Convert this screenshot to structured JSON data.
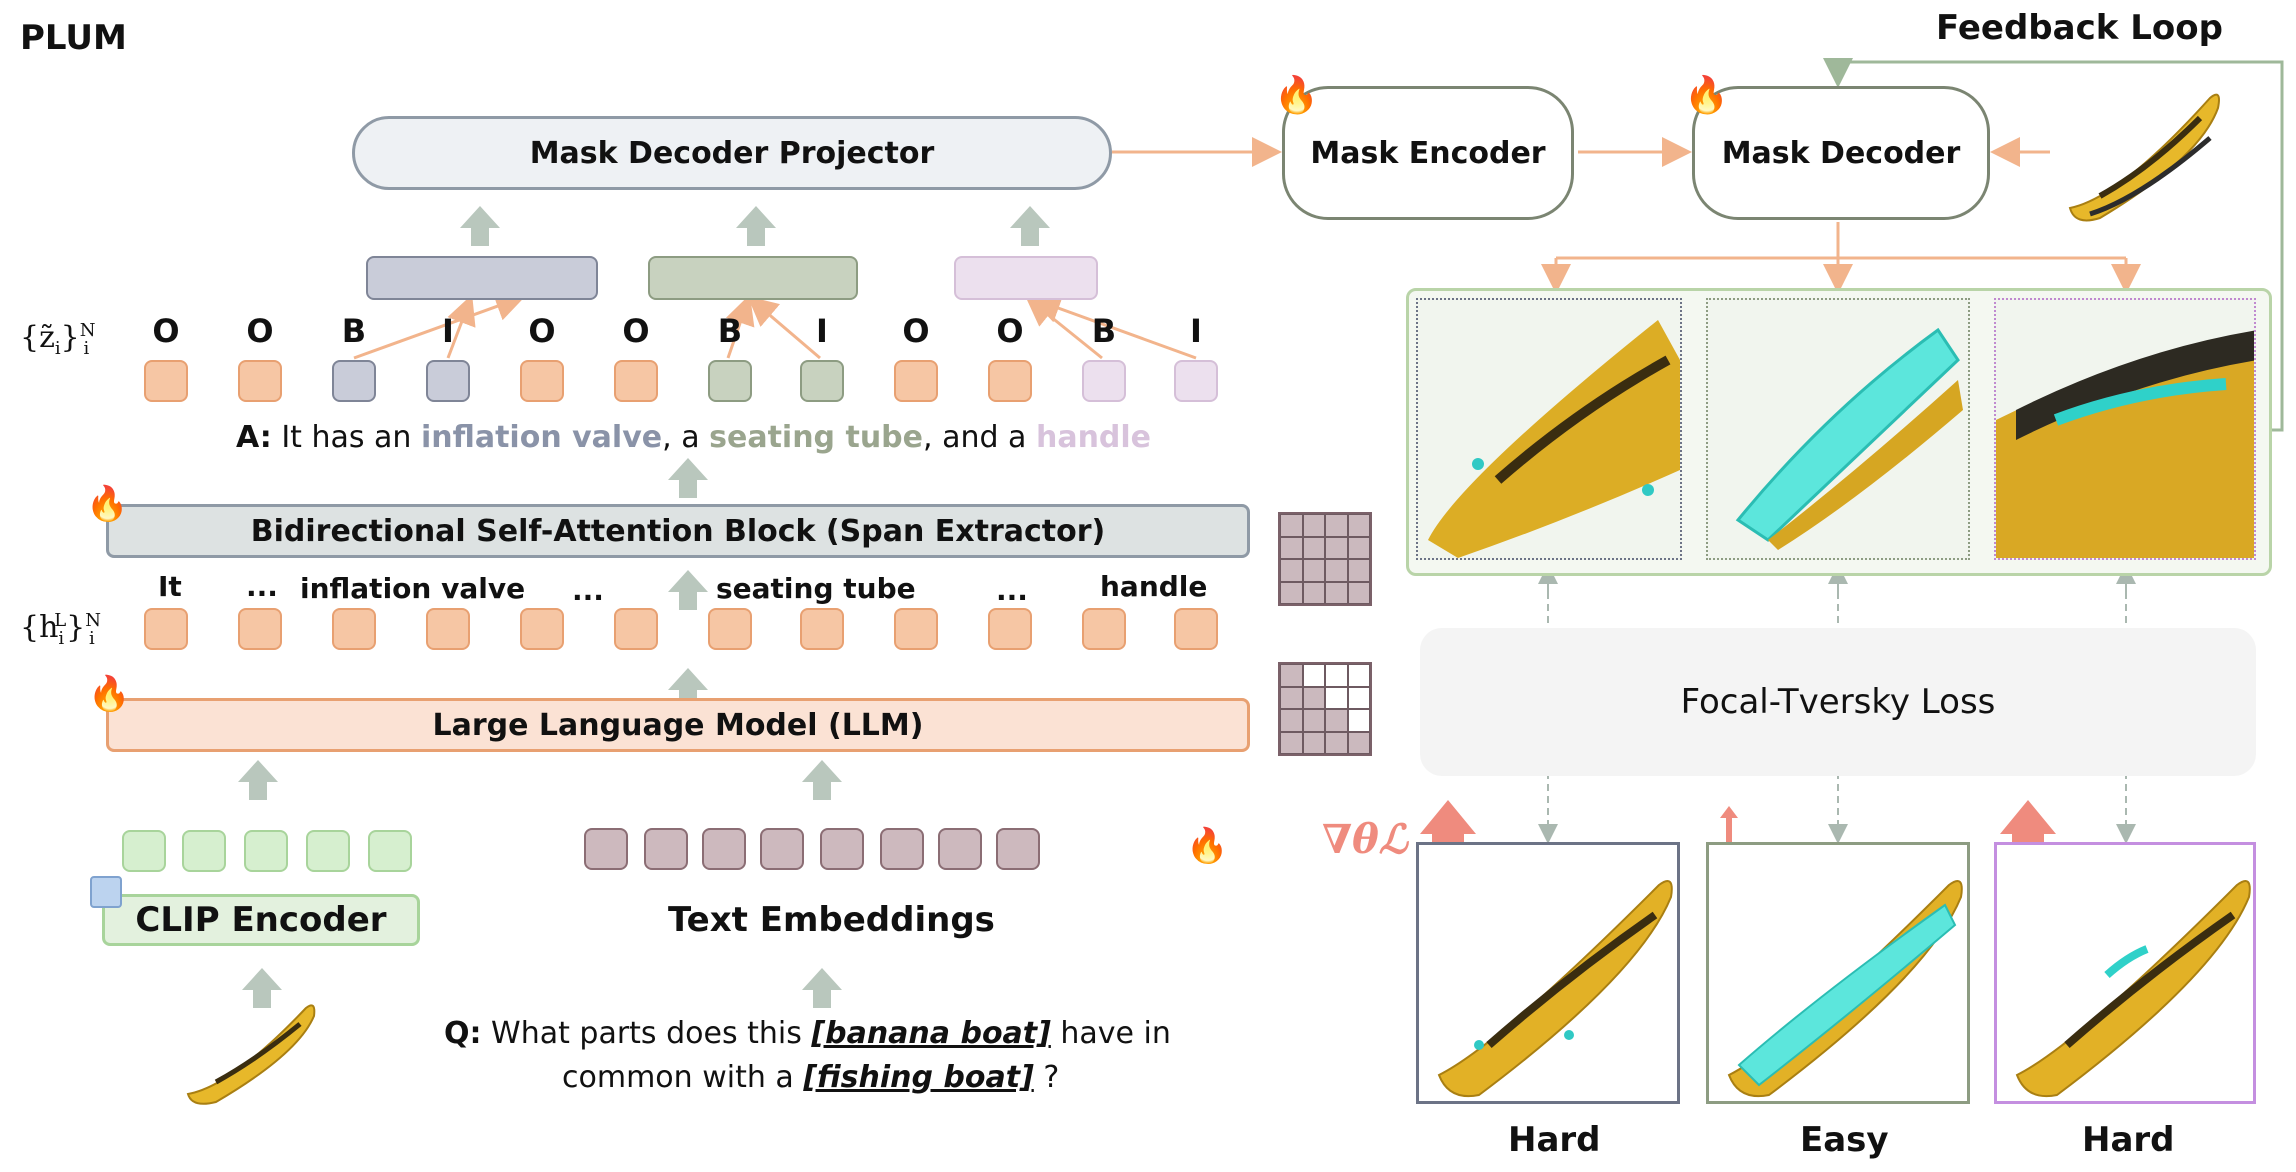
{
  "title": "PLUM",
  "feedback_label": "Feedback Loop",
  "boxes": {
    "mask_decoder_projector": "Mask Decoder Projector",
    "mask_encoder": "Mask Encoder",
    "mask_decoder": "Mask Decoder",
    "span_extractor": "Bidirectional Self-Attention Block (Span Extractor)",
    "llm": "Large Language Model (LLM)",
    "clip_encoder": "CLIP Encoder",
    "text_embeddings": "Text Embeddings",
    "loss": "Focal-Tversky Loss"
  },
  "math": {
    "z_label_main": "{z̃",
    "z_sub": "i",
    "z_close": "}",
    "z_sup": "N",
    "z_sub2": "i",
    "h_label_main": "{h",
    "h_sub": "i",
    "h_sup": "L",
    "h_close": "}",
    "h_sup2": "N",
    "h_sub2": "i",
    "grad": "∇θℒ"
  },
  "bio_tags": [
    "O",
    "O",
    "B",
    "I",
    "O",
    "O",
    "B",
    "I",
    "O",
    "O",
    "B",
    "I"
  ],
  "answer": {
    "prefix": "A:",
    "t1": " It has an ",
    "p1": "inflation valve",
    "t2": ", a ",
    "p2": "seating tube",
    "t3": ", and a ",
    "p3": "handle"
  },
  "hidden_labels": {
    "it": "It",
    "dots1": "...",
    "inflation": "inflation valve",
    "dots2": "...",
    "seating": "seating tube",
    "dots3": "...",
    "handle": "handle"
  },
  "question": {
    "prefix": "Q:",
    "t1": " What parts does this ",
    "e1": "[banana boat]",
    "t2": " have in",
    "t3": "common with a ",
    "e2": "[fishing boat]",
    "t4": " ?"
  },
  "difficulty": [
    "Hard",
    "Easy",
    "Hard"
  ],
  "colors": {
    "part1": "#8a93a8",
    "part2": "#9aa58e",
    "part3": "#d8c3dc",
    "orange_arrow": "#f2b48c",
    "loss_arrow": "#ef8b7e",
    "gray_arrow": "#b9c7bd"
  },
  "icons": [
    "fire-icon",
    "ice-cube-icon",
    "banana-boat-image",
    "grid-attention-icon"
  ]
}
